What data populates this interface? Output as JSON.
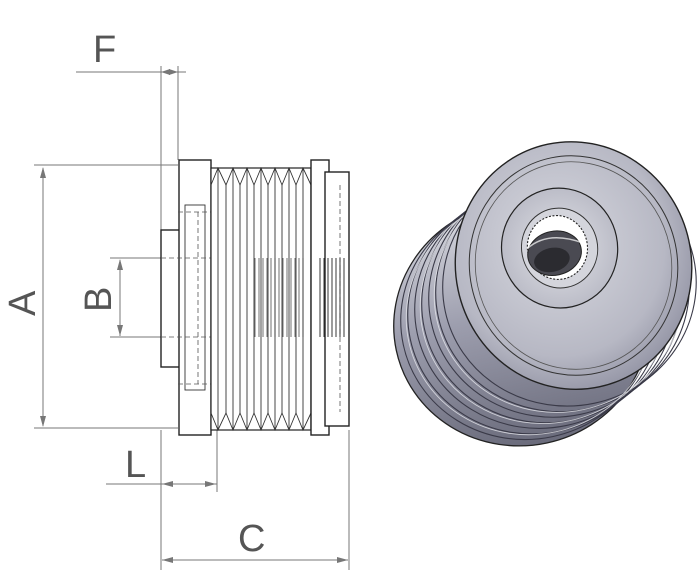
{
  "diagram": {
    "dimension_labels": {
      "a": "A",
      "b": "B",
      "c": "C",
      "f": "F",
      "l": "L"
    },
    "colors": {
      "outline": "#222222",
      "dimension": "#777777",
      "label": "#555555",
      "metal_light": "#c9cad3",
      "metal_mid": "#9a9bab",
      "metal_dark": "#5d5e6e",
      "hub_hole": "#4a4a52"
    }
  }
}
